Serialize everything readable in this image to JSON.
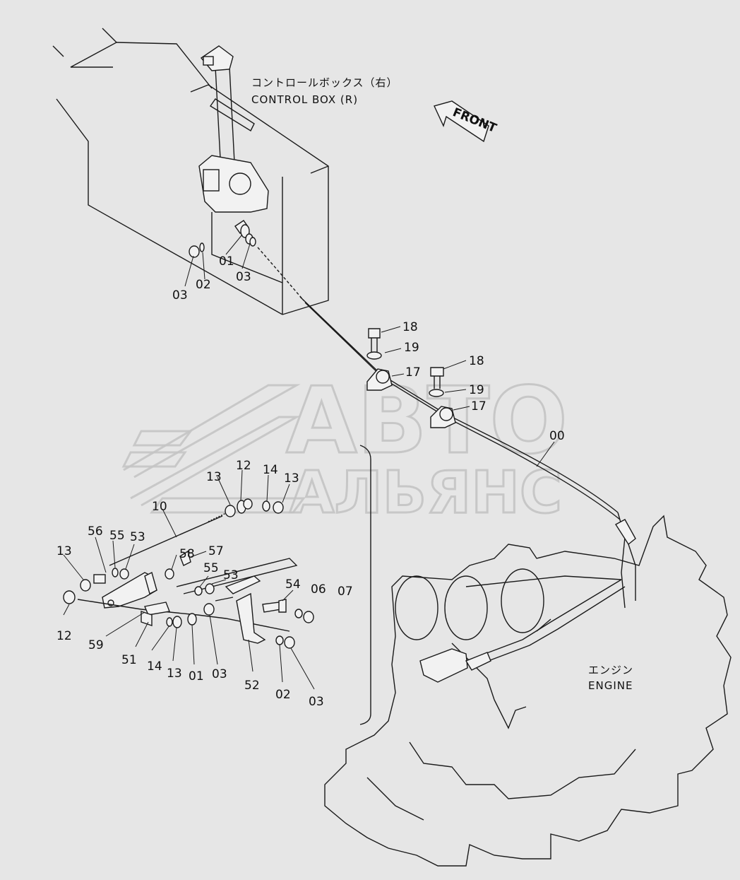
{
  "captions": {
    "control_box_jp": "コントロールボックス（右）",
    "control_box_en": "CONTROL BOX (R)",
    "engine_jp": "エンジン",
    "engine_en": "ENGINE",
    "front_arrow": "FRONT"
  },
  "watermark": {
    "line1": "АВТО",
    "line2": "АЛЬЯНС"
  },
  "callouts": [
    {
      "id": "c01a",
      "text": "01"
    },
    {
      "id": "c03a",
      "text": "03"
    },
    {
      "id": "c02a",
      "text": "02"
    },
    {
      "id": "c03b",
      "text": "03"
    },
    {
      "id": "c18a",
      "text": "18"
    },
    {
      "id": "c19a",
      "text": "19"
    },
    {
      "id": "c17a",
      "text": "17"
    },
    {
      "id": "c18b",
      "text": "18"
    },
    {
      "id": "c19b",
      "text": "19"
    },
    {
      "id": "c17b",
      "text": "17"
    },
    {
      "id": "c00",
      "text": "00"
    },
    {
      "id": "c13a",
      "text": "13"
    },
    {
      "id": "c12a",
      "text": "12"
    },
    {
      "id": "c14a",
      "text": "14"
    },
    {
      "id": "c13b",
      "text": "13"
    },
    {
      "id": "c10",
      "text": "10"
    },
    {
      "id": "c56",
      "text": "56"
    },
    {
      "id": "c55a",
      "text": "55"
    },
    {
      "id": "c53a",
      "text": "53"
    },
    {
      "id": "c57",
      "text": "57"
    },
    {
      "id": "c13c",
      "text": "13"
    },
    {
      "id": "c58",
      "text": "58"
    },
    {
      "id": "c55b",
      "text": "55"
    },
    {
      "id": "c53b",
      "text": "53"
    },
    {
      "id": "c54",
      "text": "54"
    },
    {
      "id": "c06",
      "text": "06"
    },
    {
      "id": "c07",
      "text": "07"
    },
    {
      "id": "c12b",
      "text": "12"
    },
    {
      "id": "c59",
      "text": "59"
    },
    {
      "id": "c51",
      "text": "51"
    },
    {
      "id": "c14b",
      "text": "14"
    },
    {
      "id": "c13d",
      "text": "13"
    },
    {
      "id": "c01b",
      "text": "01"
    },
    {
      "id": "c03c",
      "text": "03"
    },
    {
      "id": "c52",
      "text": "52"
    },
    {
      "id": "c02b",
      "text": "02"
    },
    {
      "id": "c03d",
      "text": "03"
    }
  ]
}
